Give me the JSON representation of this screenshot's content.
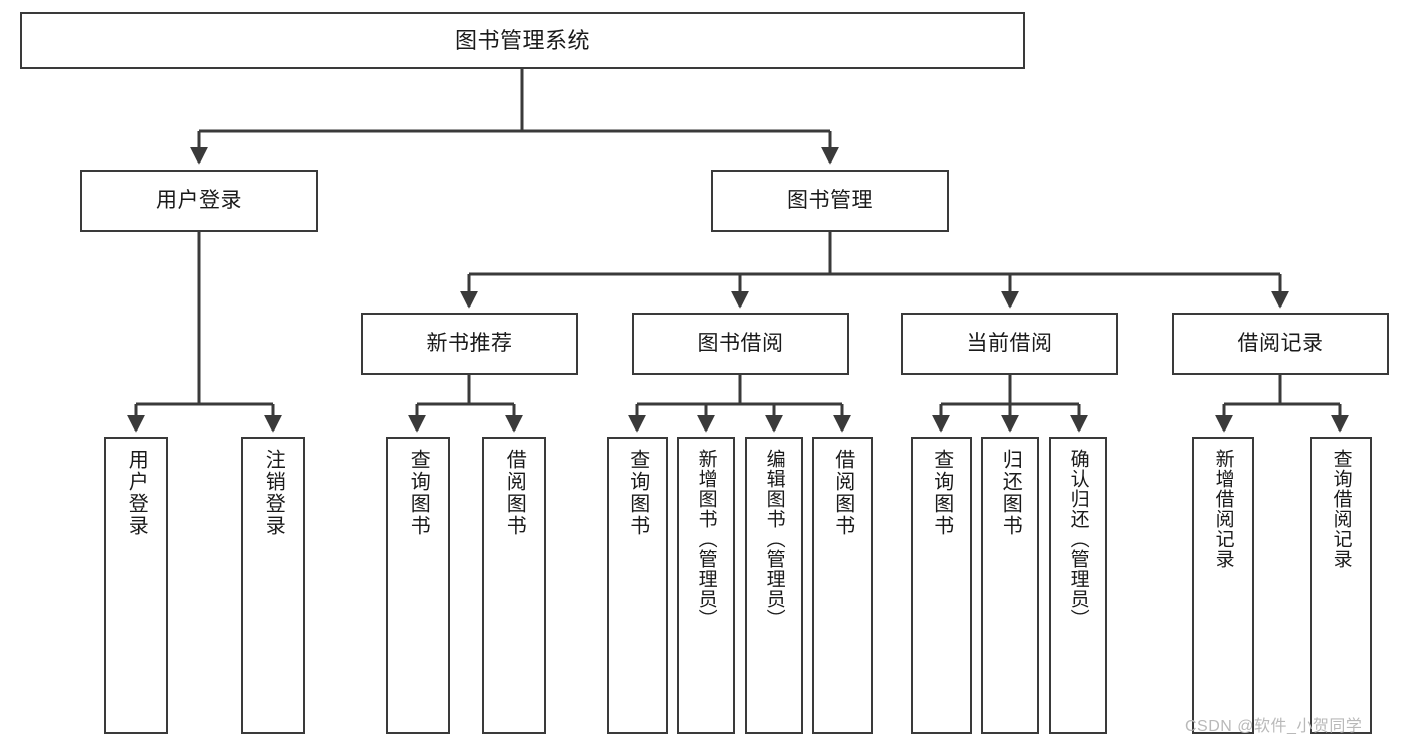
{
  "diagram": {
    "type": "tree",
    "title": "图书管理系统",
    "watermark": "CSDN @软件_小贺同学",
    "colors": {
      "box_border": "#3a3a3a",
      "box_fill": "#ffffff",
      "line": "#3a3a3a",
      "text": "#1a1a1a",
      "watermark": "#b9b9b9"
    },
    "root": {
      "label": "图书管理系统"
    },
    "level2": [
      {
        "label": "用户登录"
      },
      {
        "label": "图书管理"
      }
    ],
    "level3": [
      {
        "label": "新书推荐"
      },
      {
        "label": "图书借阅"
      },
      {
        "label": "当前借阅"
      },
      {
        "label": "借阅记录"
      }
    ],
    "leaves": {
      "user_login": [
        {
          "label": "用户登录"
        },
        {
          "label": "注销登录"
        }
      ],
      "new_book": [
        {
          "label": "查询图书"
        },
        {
          "label": "借阅图书"
        }
      ],
      "book_borrow": [
        {
          "label": "查询图书"
        },
        {
          "label": "新增图书（管理员）"
        },
        {
          "label": "编辑图书（管理员）"
        },
        {
          "label": "借阅图书"
        }
      ],
      "current_borrow": [
        {
          "label": "查询图书"
        },
        {
          "label": "归还图书"
        },
        {
          "label": "确认归还（管理员）"
        }
      ],
      "borrow_record": [
        {
          "label": "新增借阅记录"
        },
        {
          "label": "查询借阅记录"
        }
      ]
    }
  }
}
